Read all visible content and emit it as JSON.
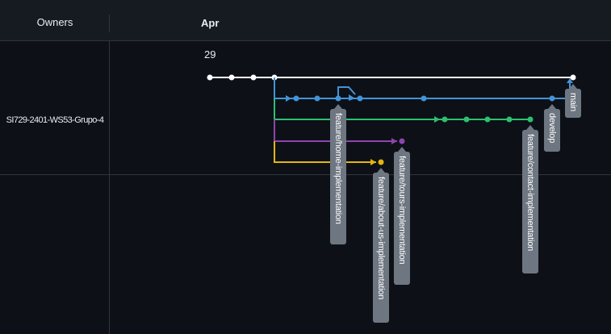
{
  "header": {
    "owners_label": "Owners",
    "month": "Apr"
  },
  "timeline": {
    "day": "29"
  },
  "repo": {
    "name": "SI729-2401-WS53-Grupo-4"
  },
  "colors": {
    "main": "#ffffff",
    "develop": "#4393d8",
    "feature_contact": "#2fbf71",
    "feature_tours": "#8e44ad",
    "feature_about": "#e5b50f"
  },
  "branches": [
    {
      "id": "main",
      "label": "main"
    },
    {
      "id": "develop",
      "label": "develop"
    },
    {
      "id": "feature_home",
      "label": "feature/home-implementation"
    },
    {
      "id": "feature_tours",
      "label": "feature/tours-implementation"
    },
    {
      "id": "feature_about",
      "label": "feature/about-us-implementation"
    },
    {
      "id": "feature_contact",
      "label": "feature/contact-implementation"
    }
  ]
}
